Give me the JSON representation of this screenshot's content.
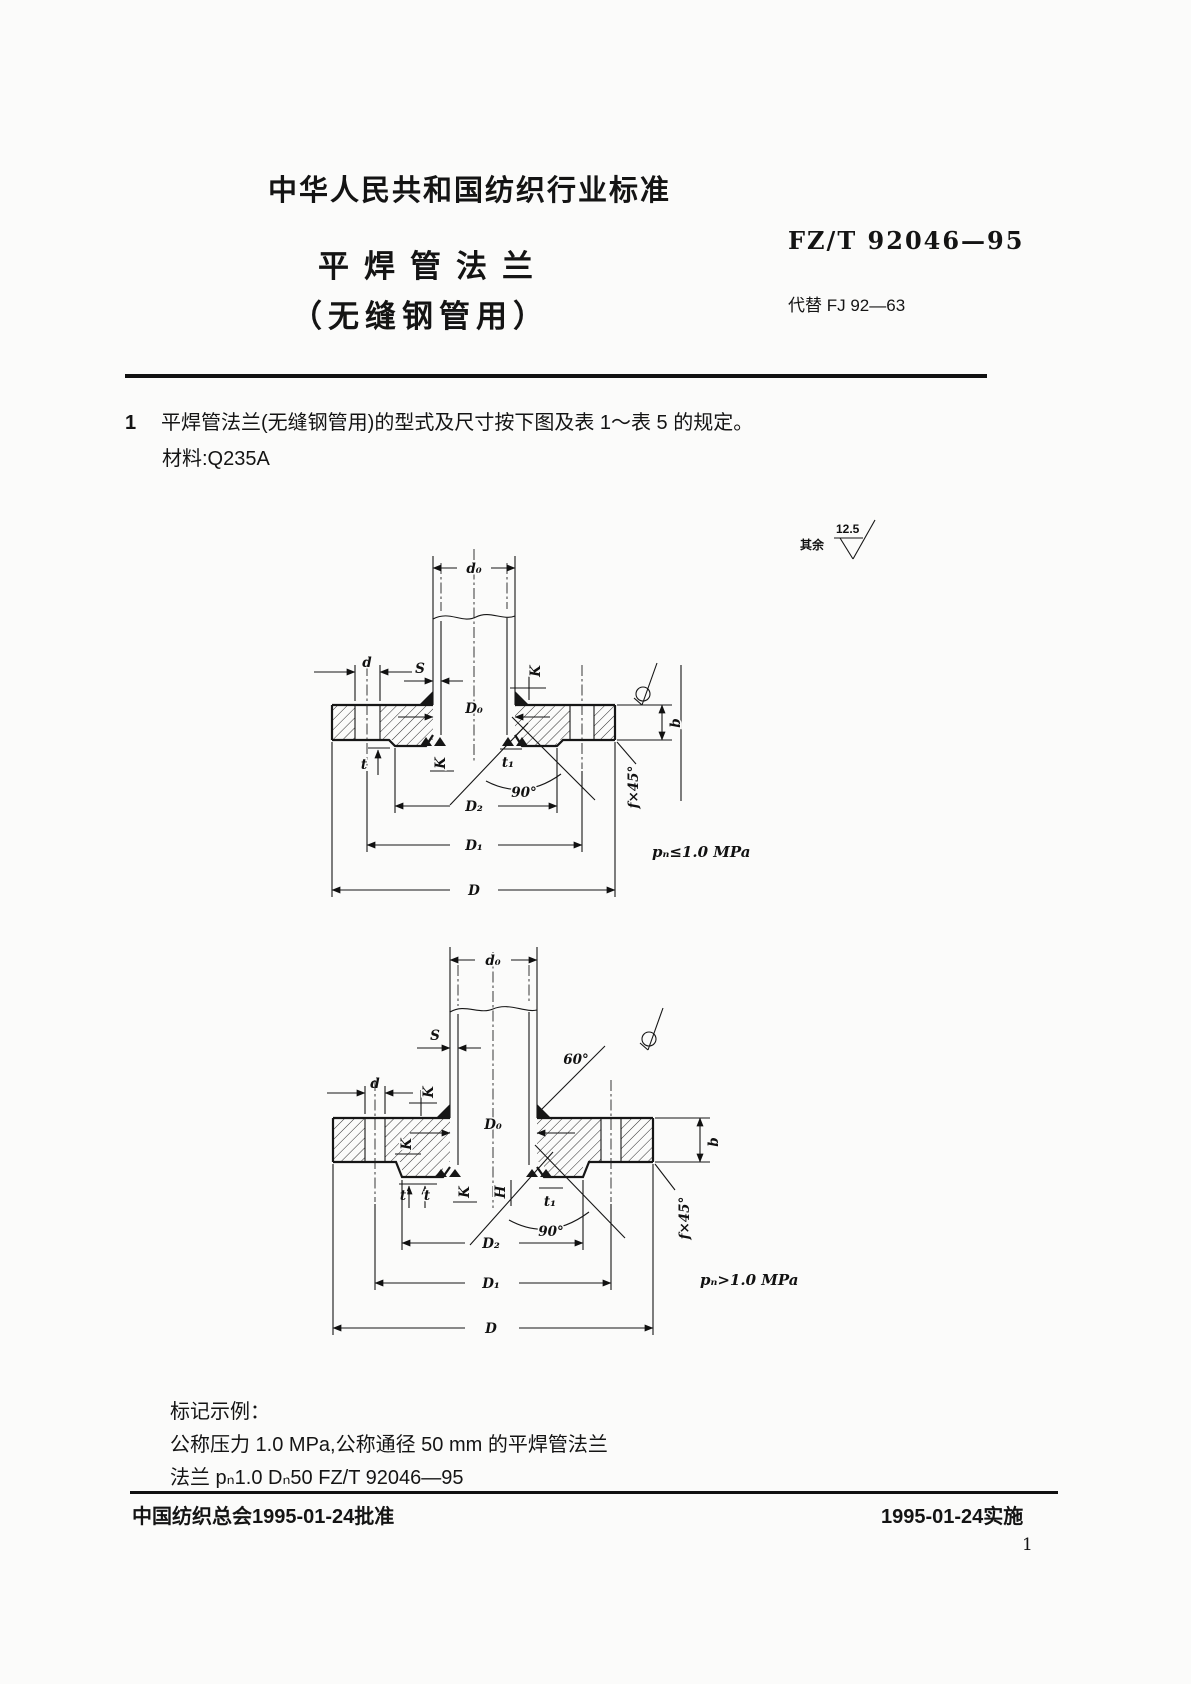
{
  "header": {
    "org_line": "中华人民共和国纺织行业标准",
    "title": "平焊管法兰",
    "subtitle": "（无缝钢管用）",
    "code": "FZ/T 92046—95",
    "supersedes": "代替 FJ 92—63"
  },
  "clause": {
    "number": "1",
    "text": "平焊管法兰(无缝钢管用)的型式及尺寸按下图及表 1～表 5 的规定。",
    "material": "材料:Q235A"
  },
  "roughness": {
    "prefix": "其余",
    "value": "12.5"
  },
  "figure1": {
    "pressure": "pₙ≤1.0 MPa",
    "labels": {
      "d0": "d₀",
      "d": "d",
      "S": "S",
      "K_top": "K",
      "D0": "D₀",
      "K_bottom": "K",
      "t": "t",
      "t1": "t₁",
      "angle90": "90°",
      "D2": "D₂",
      "D1": "D₁",
      "D": "D",
      "f45": "f×45°",
      "b": "b"
    }
  },
  "figure2": {
    "pressure": "pₙ>1.0 MPa",
    "labels": {
      "d0": "d₀",
      "S": "S",
      "angle60": "60°",
      "d": "d",
      "K_top": "K",
      "K_left": "K",
      "D0": "D₀",
      "K_bottom": "K",
      "H": "H",
      "t_left": "t",
      "t_right": "t",
      "t1": "t₁",
      "angle90": "90°",
      "D2": "D₂",
      "D1": "D₁",
      "D": "D",
      "f45": "f×45°",
      "b": "b"
    }
  },
  "example": {
    "heading": "标记示例：",
    "line1": "公称压力 1.0 MPa,公称通径 50 mm 的平焊管法兰",
    "line2": "法兰 pₙ1.0 Dₙ50 FZ/T 92046—95"
  },
  "footer": {
    "approval": "中国纺织总会1995-01-24批准",
    "implementation": "1995-01-24实施",
    "page_number": "1"
  }
}
